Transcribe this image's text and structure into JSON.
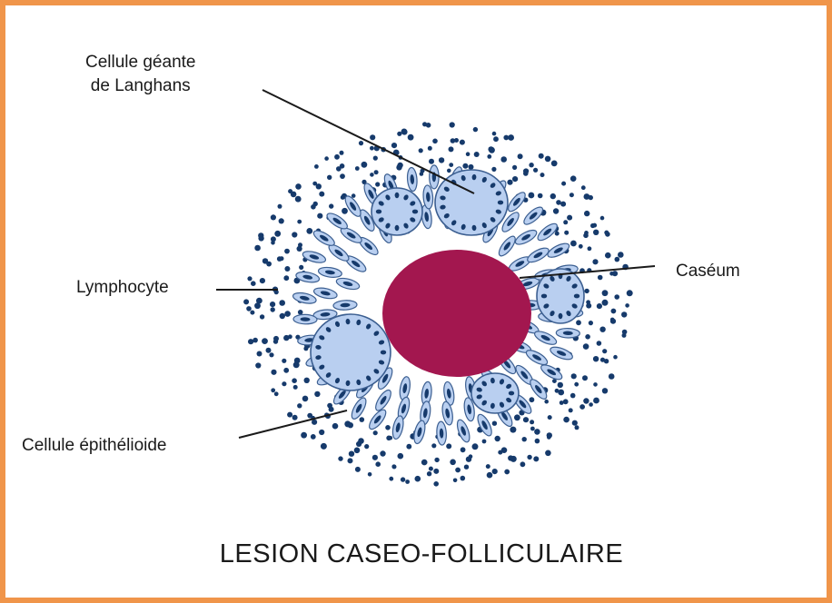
{
  "labels": {
    "langhans_line1": "Cellule géante",
    "langhans_line2": "de Langhans",
    "lymphocyte": "Lymphocyte",
    "caseum": "Caséum",
    "epithelioid": "Cellule épithélioide"
  },
  "title": "LESION CASEO-FOLLICULAIRE",
  "colors": {
    "frame": "#f0954a",
    "caseum": "#a3174f",
    "cell_fill": "#b9cff0",
    "cell_edge": "#3c5f91",
    "nucleus": "#163a6b",
    "leader": "#1a1a1a"
  }
}
